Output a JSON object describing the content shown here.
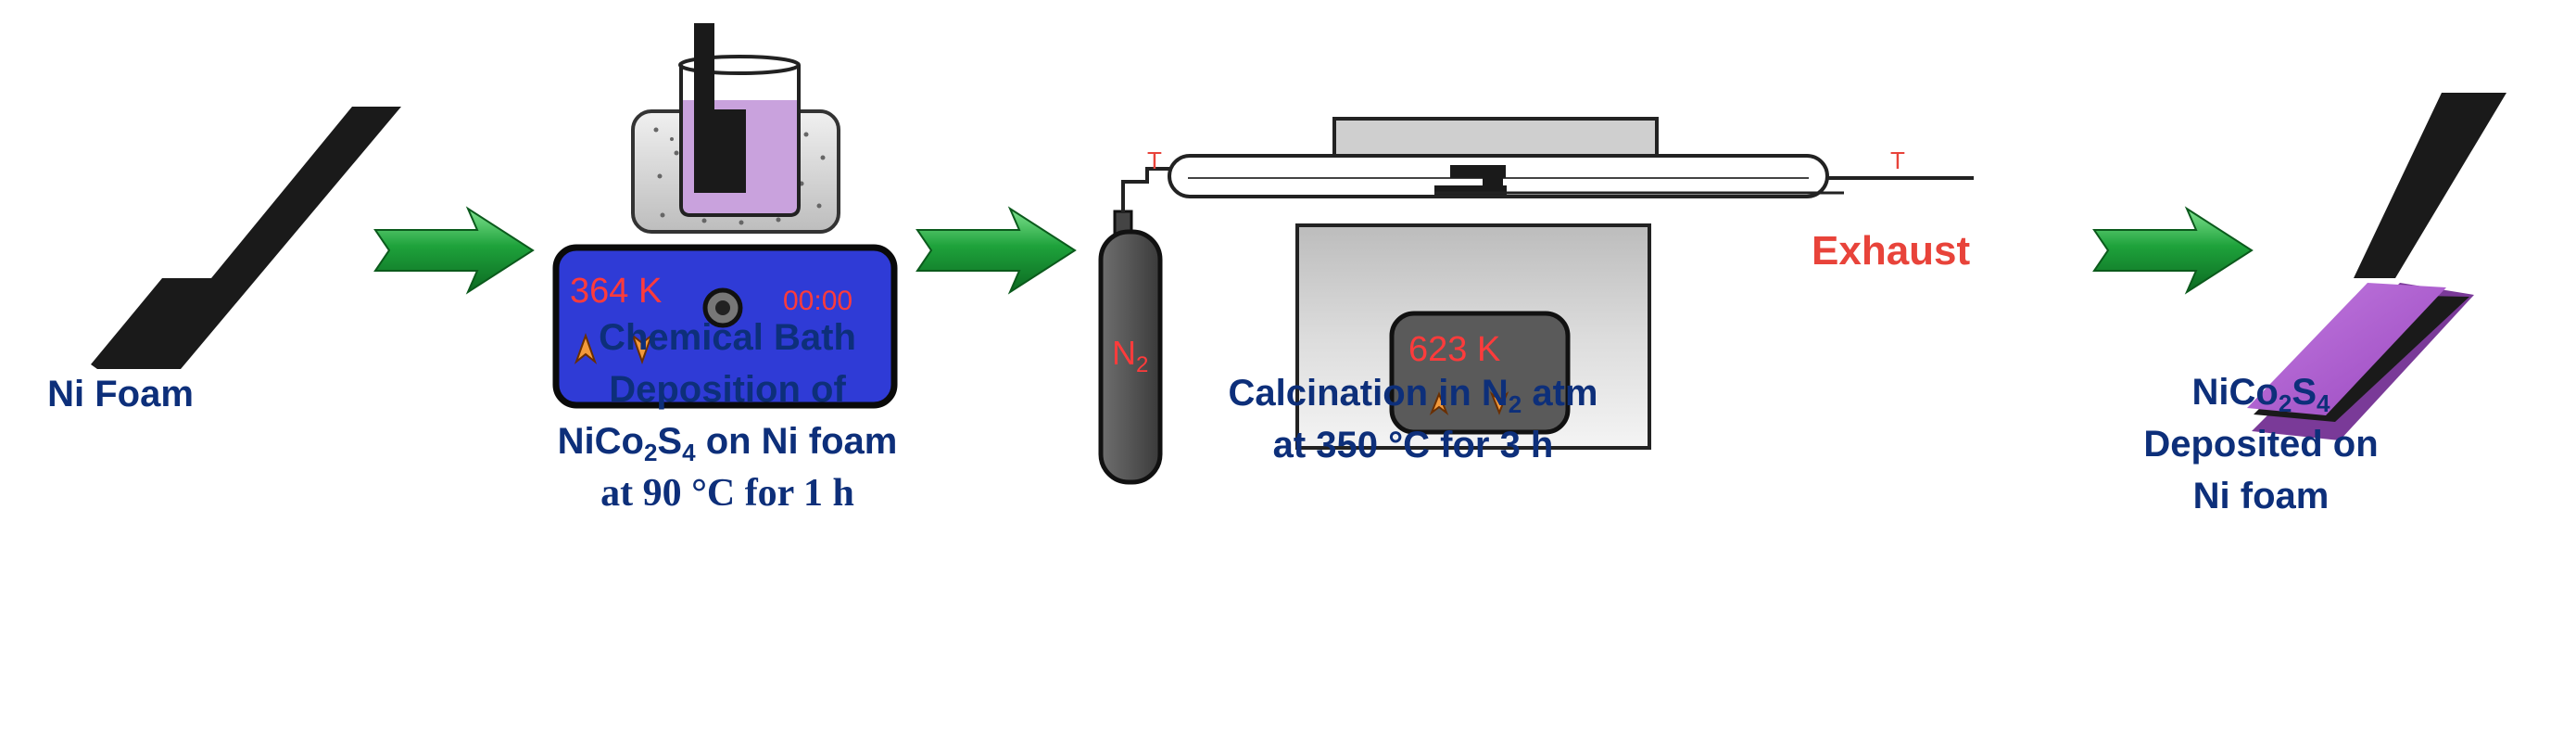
{
  "steps": [
    {
      "label": "Ni Foam"
    },
    {
      "label_line1": "Chemical Bath",
      "label_line2": "Deposition of",
      "label_line3_a": "NiCo",
      "label_line3_sub1": "2",
      "label_line3_b": "S",
      "label_line3_sub2": "4",
      "label_line3_c": " on Ni foam",
      "label_line4": "at 90 °C for 1 h"
    },
    {
      "label_line1_a": "Calcination in N",
      "label_line1_sub": "2",
      "label_line1_b": " atm",
      "label_line2": "at 350 °C for 3 h"
    },
    {
      "label_line1_a": "NiCo",
      "label_line1_sub1": "2",
      "label_line1_b": "S",
      "label_line1_sub2": "4",
      "label_line2": "Deposited on",
      "label_line3": "Ni foam"
    }
  ],
  "hotplate": {
    "temperature": "364 K",
    "timer": "00:00"
  },
  "furnace": {
    "temperature": "623 K"
  },
  "gas_cylinder": {
    "label": "N",
    "label_sub": "2"
  },
  "exhaust_label": "Exhaust",
  "valve_marks": [
    "T",
    "T"
  ],
  "colors": {
    "text_blue": "#0d2f7a",
    "display_red": "#ff3b3b",
    "exhaust_red": "#e8433a",
    "arrow_green": "#1e9a3a",
    "hotplate_blue": "#2f3bd6",
    "solution_purple": "#c9a2dd",
    "coated_foam_purple": "#b05fd0",
    "foam_black": "#1a1a1a",
    "button_orange": "#f39a3c"
  }
}
